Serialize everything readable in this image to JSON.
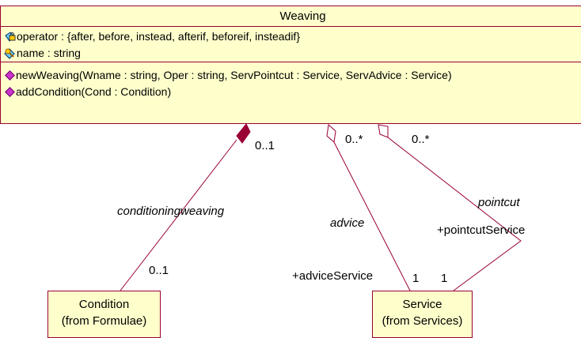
{
  "weaving": {
    "title": "Weaving",
    "attributes": [
      {
        "icon": "lock-attribute-icon",
        "text": "operator : {after, before, instead, afterif, beforeif, insteadif}"
      },
      {
        "icon": "key-attribute-icon",
        "text": "name : string"
      }
    ],
    "operations": [
      {
        "icon": "public-operation-icon",
        "text": "newWeaving(Wname : string, Oper : string, ServPointcut : Service, ServAdvice : Service)"
      },
      {
        "icon": "public-operation-icon",
        "text": "addCondition(Cond : Condition)"
      }
    ]
  },
  "condition": {
    "name": "Condition",
    "package": "(from Formulae)"
  },
  "service": {
    "name": "Service",
    "package": "(from Services)"
  },
  "associations": {
    "conditioning": {
      "role": "conditioningweaving",
      "mult_top": "0..1",
      "mult_bottom": "0..1"
    },
    "advice": {
      "role": "advice",
      "end_role": "+adviceService",
      "mult_top": "0..*",
      "mult_bottom": "1"
    },
    "pointcut": {
      "role": "pointcut",
      "end_role": "+pointcutService",
      "mult_top": "0..*",
      "mult_bottom": "1"
    }
  },
  "colors": {
    "line": "#990033",
    "fill": "#ffffcc",
    "composition": "#990033",
    "operation_icon": "#cc33cc"
  }
}
